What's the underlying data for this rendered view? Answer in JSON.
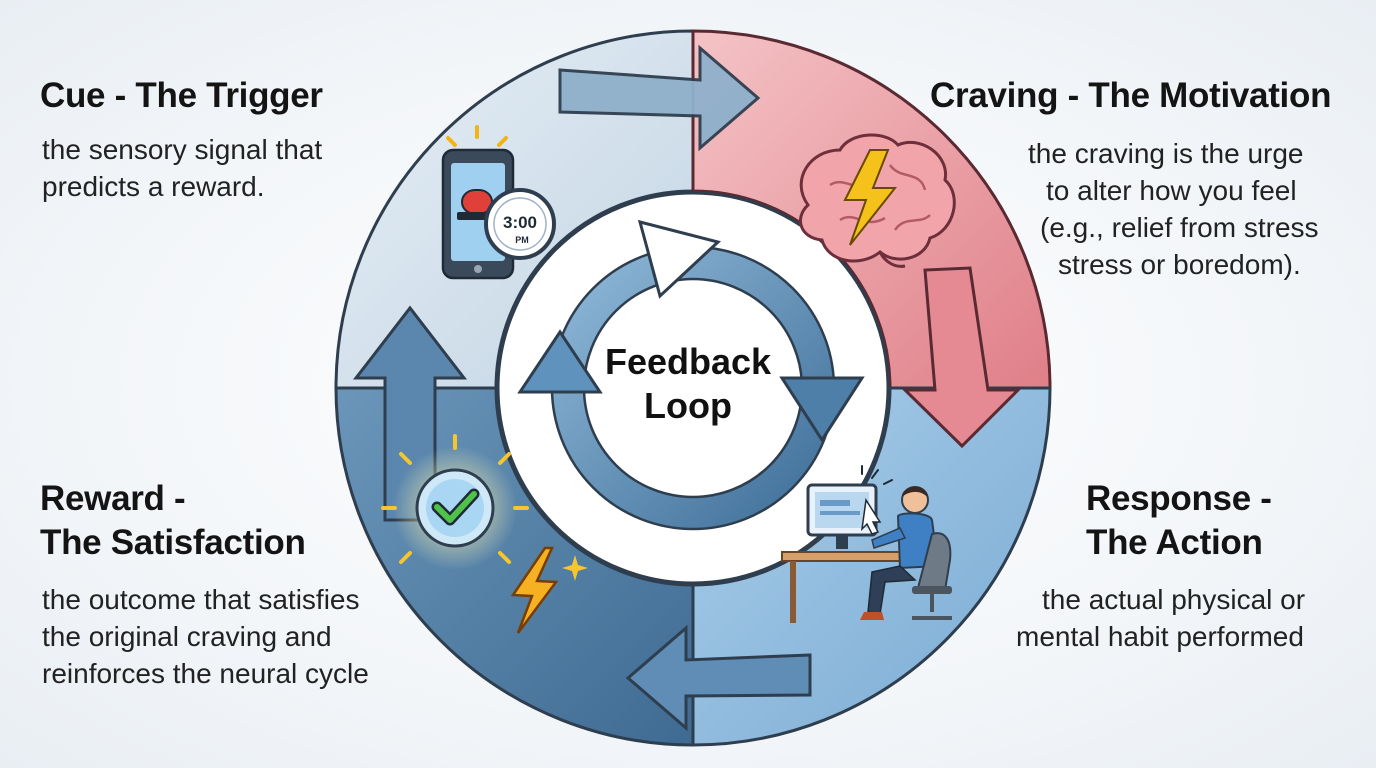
{
  "center": {
    "line1": "Feedback",
    "line2": "Loop"
  },
  "cue": {
    "title": "Cue - The Trigger",
    "desc": [
      "the sensory signal that",
      "predicts a reward."
    ]
  },
  "craving": {
    "title": "Craving - The Motivation",
    "desc": [
      "the craving is the urge",
      "to alter how you feel",
      "(e.g., relief from stress",
      "stress or boredom)."
    ]
  },
  "response": {
    "title": [
      "Response -",
      "The Action"
    ],
    "desc": [
      "the actual physical or",
      "mental habit performed"
    ]
  },
  "reward": {
    "title": [
      "Reward -",
      "The Satisfaction"
    ],
    "desc": [
      "the outcome that satisfies",
      "the original craving and",
      "reinforces the neural cycle"
    ]
  },
  "icons": {
    "cue": "phone-alarm-clock-icon",
    "craving": "brain-lightning-icon",
    "response": "person-at-computer-icon",
    "reward": "checkmark-lightning-icon"
  },
  "clock_text": {
    "time": "3:00",
    "meridiem": "PM"
  },
  "colors": {
    "cue": "#d6e3ee",
    "craving": "#e99ea4",
    "response": "#8fbde0",
    "reward": "#5d88ad",
    "inner_ring": "#5f93bd",
    "outline": "#2f3e4e"
  }
}
